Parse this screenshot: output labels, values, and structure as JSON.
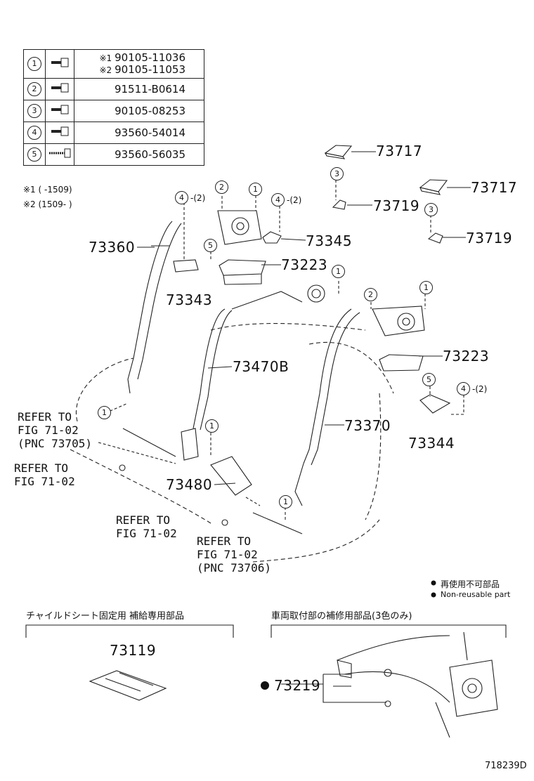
{
  "bolt_table": [
    {
      "num": "1",
      "icon": "bolt-icon",
      "lines": [
        {
          "mark": "※1",
          "pn": "90105-11036"
        },
        {
          "mark": "※2",
          "pn": "90105-11053"
        }
      ]
    },
    {
      "num": "2",
      "icon": "bolt-icon",
      "lines": [
        {
          "mark": "",
          "pn": "91511-B0614"
        }
      ]
    },
    {
      "num": "3",
      "icon": "bolt-icon",
      "lines": [
        {
          "mark": "",
          "pn": "90105-08253"
        }
      ]
    },
    {
      "num": "4",
      "icon": "bolt-icon",
      "lines": [
        {
          "mark": "",
          "pn": "93560-54014"
        }
      ]
    },
    {
      "num": "5",
      "icon": "screw-icon",
      "lines": [
        {
          "mark": "",
          "pn": "93560-56035"
        }
      ]
    }
  ],
  "notes": {
    "n1": "※1 (     -1509)",
    "n2": "※2 (1509-     )"
  },
  "parts": {
    "p73717a": "73717",
    "p73719a": "73719",
    "p73717b": "73717",
    "p73719b": "73719",
    "p73360": "73360",
    "p73345": "73345",
    "p73223a": "73223",
    "p73343": "73343",
    "p73470B": "73470B",
    "p73223b": "73223",
    "p73370": "73370",
    "p73344": "73344",
    "p73480": "73480",
    "p73119": "73119",
    "p73219": "73219"
  },
  "refs": {
    "r1": "REFER TO\nFIG 71-02\n(PNC 73705)",
    "r2": "REFER TO\nFIG 71-02",
    "r3": "REFER TO\nFIG 71-02",
    "r4": "REFER TO\nFIG 71-02\n(PNC 73706)"
  },
  "markers": {
    "m1": "1",
    "m2": "2",
    "m3": "3",
    "m4": "4",
    "m5": "5",
    "qty4": "-(2)"
  },
  "legend": {
    "jp": "再使用不可部品",
    "en": "Non-reusable part"
  },
  "sections": {
    "left": "チャイルドシート固定用  補給専用部品",
    "right": "車両取付部の補修用部品(3色のみ)"
  },
  "figure_id": "718239D"
}
